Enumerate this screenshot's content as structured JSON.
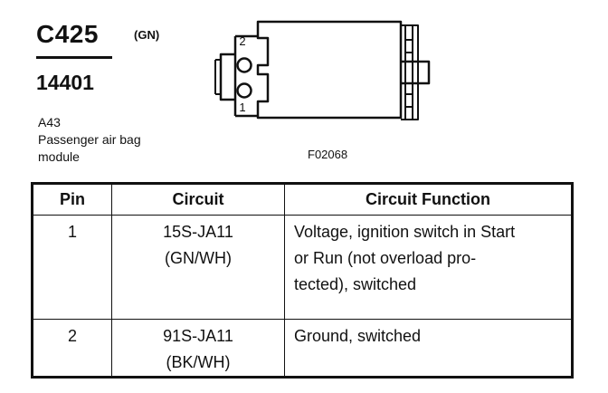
{
  "header": {
    "connector_id": "C425",
    "connector_color": "(GN)",
    "part_number": "14401",
    "location_code": "A43",
    "description_lines": [
      "Passenger air bag",
      "module"
    ]
  },
  "figure": {
    "code": "F02068",
    "pin_labels": [
      "2",
      "1"
    ]
  },
  "table": {
    "headers": {
      "pin": "Pin",
      "circuit": "Circuit",
      "function": "Circuit Function"
    },
    "rows": [
      {
        "pin": "1",
        "circuit_lines": [
          "15S-JA11",
          "(GN/WH)"
        ],
        "function_lines": [
          "Voltage, ignition switch in Start",
          "or Run (not overload pro-",
          "tected), switched"
        ]
      },
      {
        "pin": "2",
        "circuit_lines": [
          "91S-JA11",
          "(BK/WH)"
        ],
        "function_lines": [
          "Ground, switched"
        ]
      }
    ]
  }
}
